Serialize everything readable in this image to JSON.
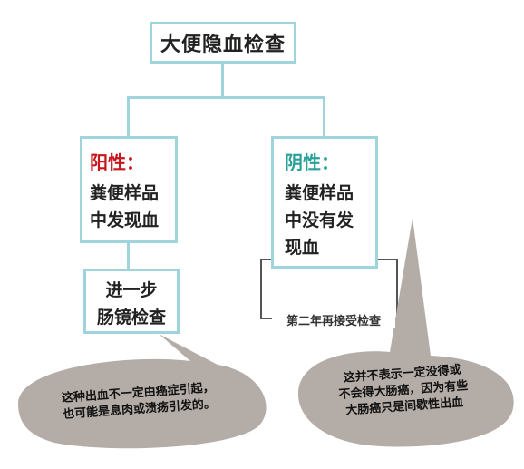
{
  "colors": {
    "box_border": "#9fd4dc",
    "positive": "#c8161d",
    "negative": "#2aa198",
    "bubble": "#b4aca7"
  },
  "root": {
    "label": "大便隐血检查"
  },
  "positive": {
    "title": "阳性：",
    "body": "粪便样品\n中发现血"
  },
  "negative": {
    "title": "阴性：",
    "body": "粪便样品\n中没有发\n现血"
  },
  "followup": {
    "label": "进一步\n肠镜检查"
  },
  "recheck": {
    "label": "第二年再接受检查"
  },
  "bubble_left": {
    "text": "这种出血不一定由癌症引起，\n也可能是息肉或溃疡引发的。"
  },
  "bubble_right": {
    "text": "这并不表示一定没得或\n不会得大肠癌，因为有些\n大肠癌只是间歇性出血"
  }
}
